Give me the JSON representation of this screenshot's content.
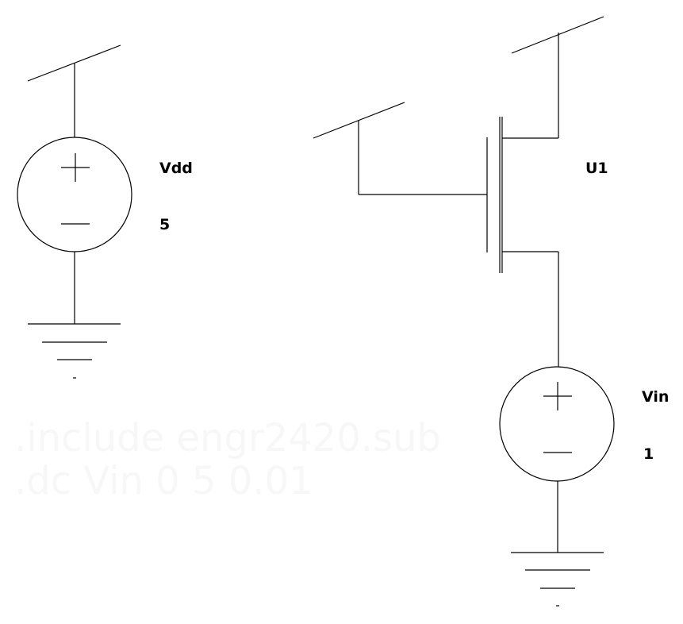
{
  "components": {
    "vdd_source": {
      "name": "Vdd",
      "value": "5"
    },
    "mosfet": {
      "name": "U1"
    },
    "vin_source": {
      "name": "Vin",
      "value": "1"
    }
  },
  "watermark": {
    "line1": ".include engr2420.sub",
    "line2": ".dc Vin 0 5 0.01"
  },
  "colors": {
    "wire": "#000000",
    "background": "#ffffff",
    "watermark": "#f7f7f7"
  }
}
